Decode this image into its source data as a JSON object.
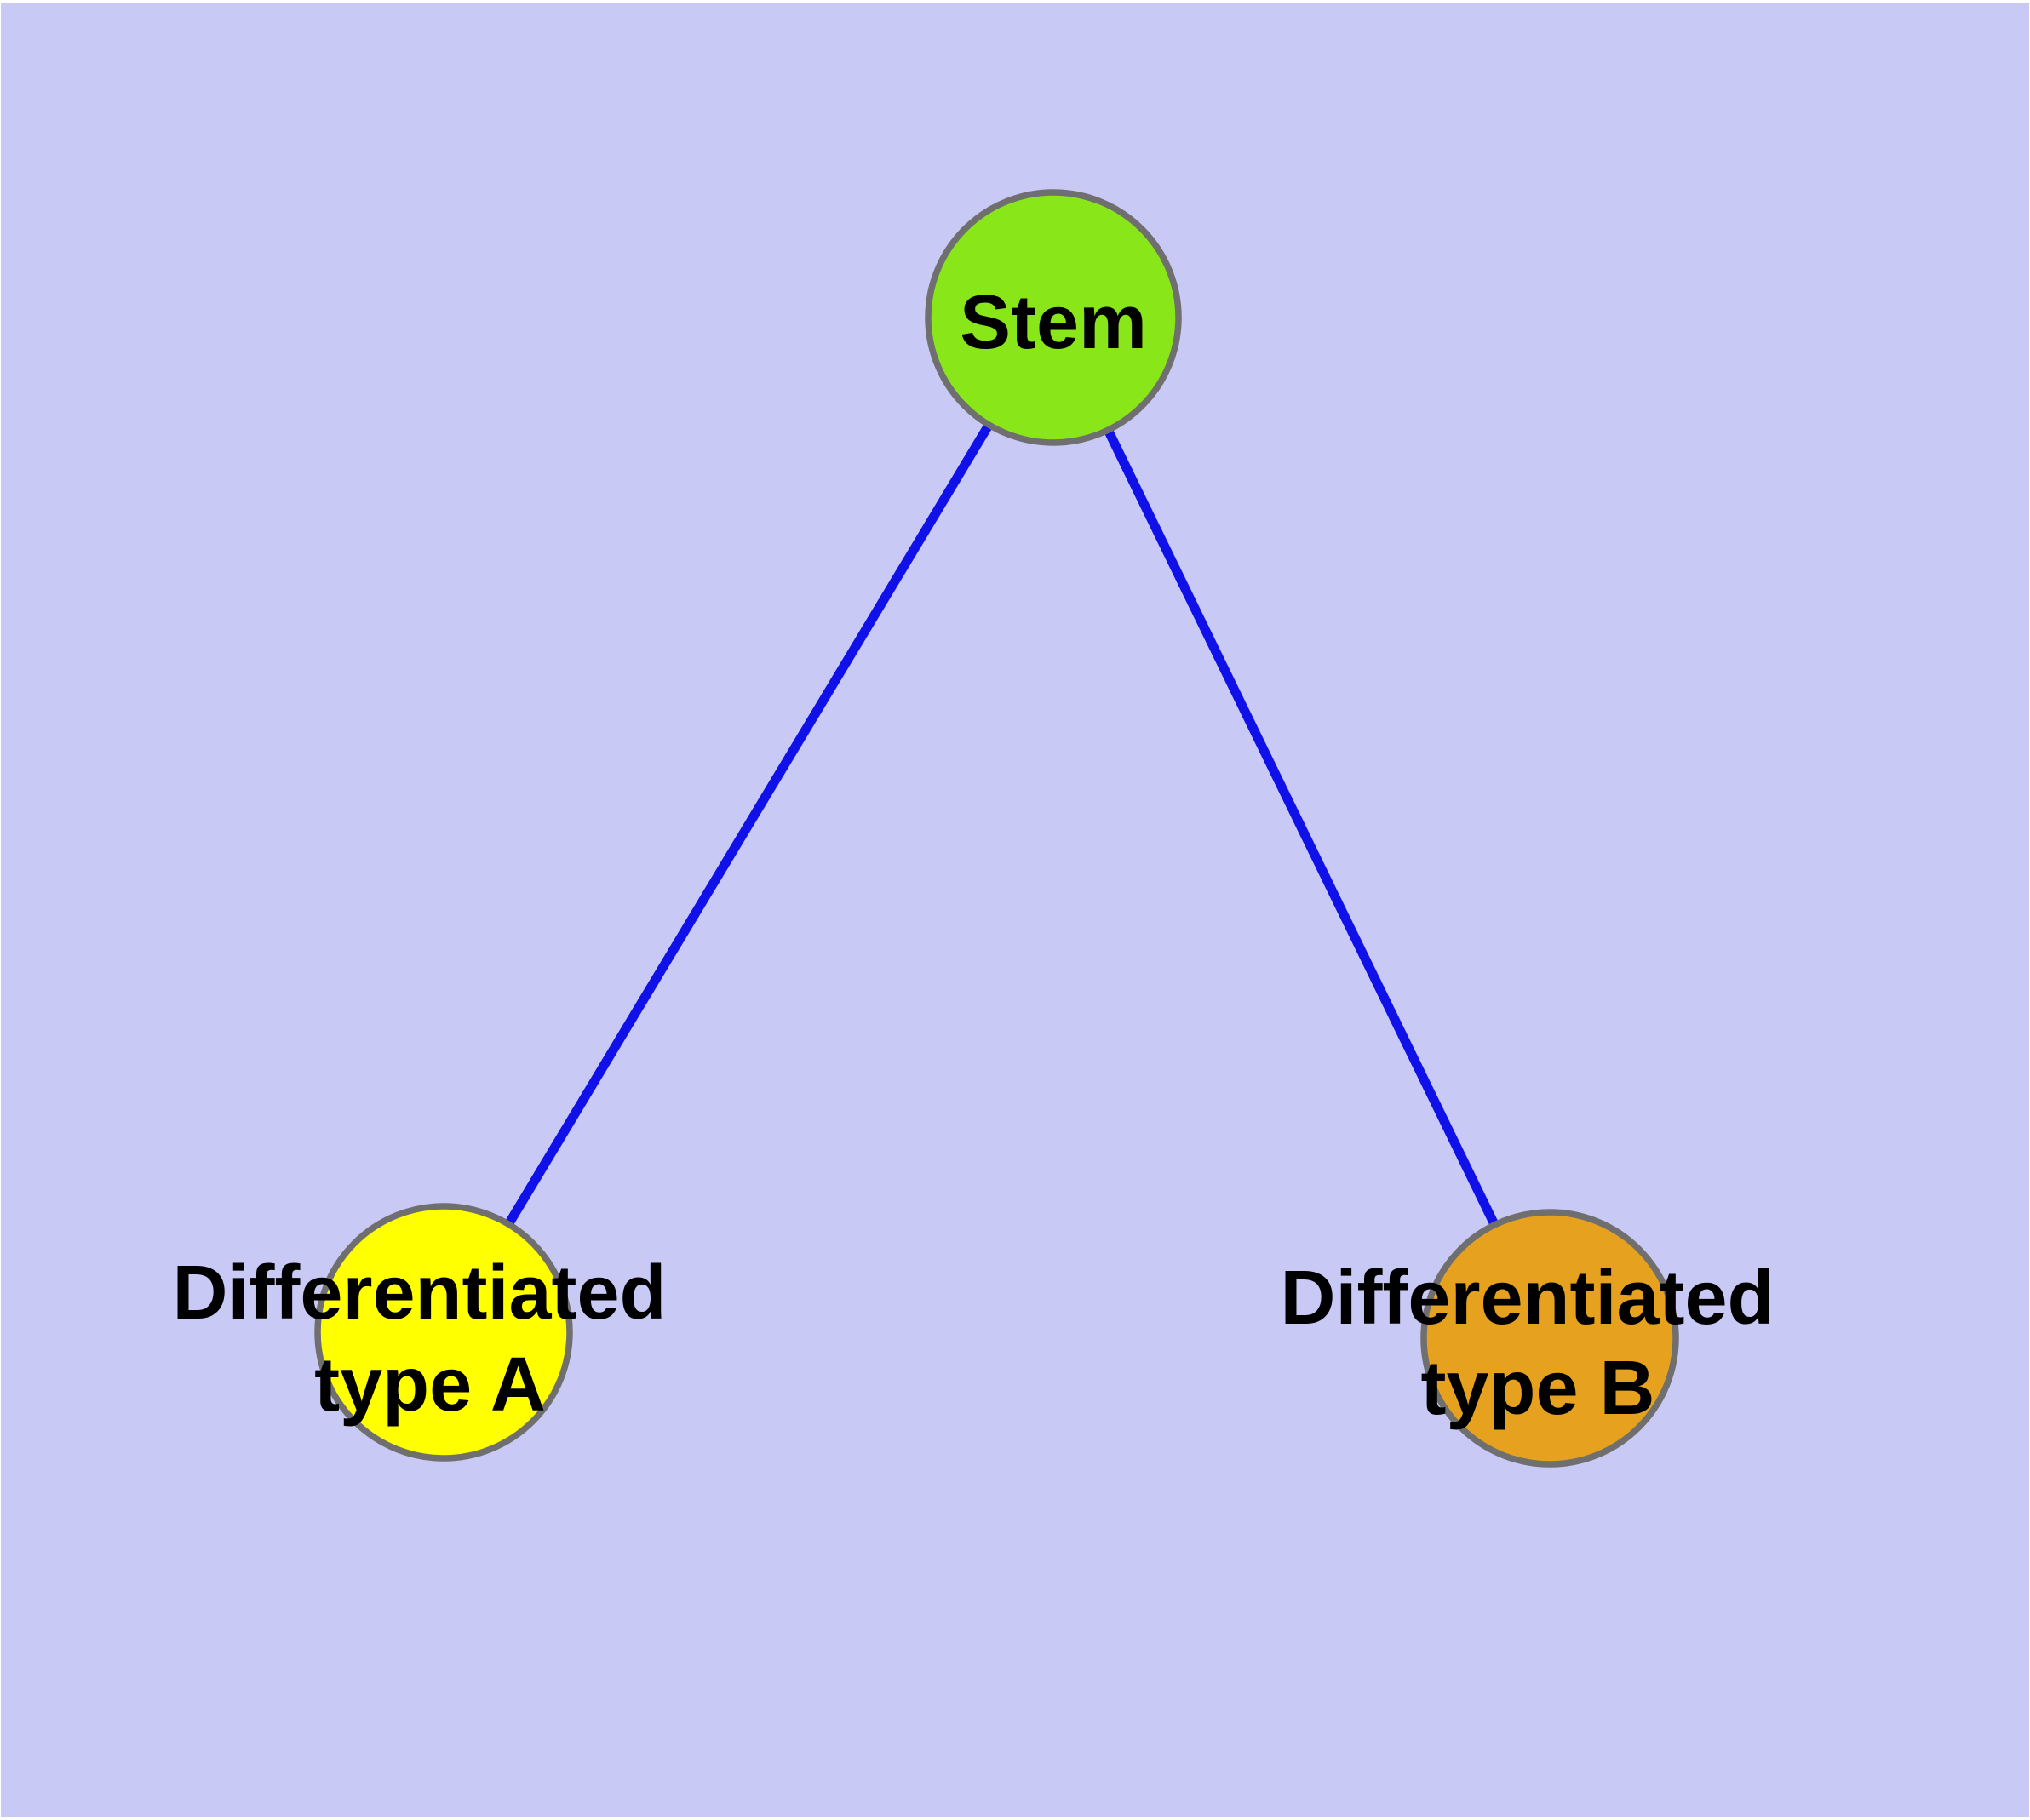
{
  "figure": {
    "type": "graph-diagram",
    "description": "Stem cell differentiation hierarchy: a stem node linked to two differentiated cell type nodes",
    "background_color": "#C9C9F6",
    "frame_color": "#FFFFFF"
  },
  "palette": {
    "edge_color": "#1010E8",
    "node_border_color": "#6F6F6F",
    "label_color": "#000000",
    "stem_green": "#89E619",
    "type_a_yellow": "#FFFF00",
    "type_b_orange": "#E6A21F"
  },
  "graph": {
    "nodes": [
      {
        "id": "stem",
        "label": "Stem",
        "line1": "Stem",
        "line2": "",
        "fill": "#89E619"
      },
      {
        "id": "differentiated-type-a",
        "label": "Differentiated type A",
        "line1": "Differentiated",
        "line2": "type A",
        "fill": "#FFFF00"
      },
      {
        "id": "differentiated-type-b",
        "label": "Differentiated type B",
        "line1": "Differentiated",
        "line2": "type B",
        "fill": "#E6A21F"
      }
    ],
    "edges": [
      {
        "from": "Stem",
        "to": "Differentiated type A"
      },
      {
        "from": "Stem",
        "to": "Differentiated type B"
      }
    ]
  }
}
